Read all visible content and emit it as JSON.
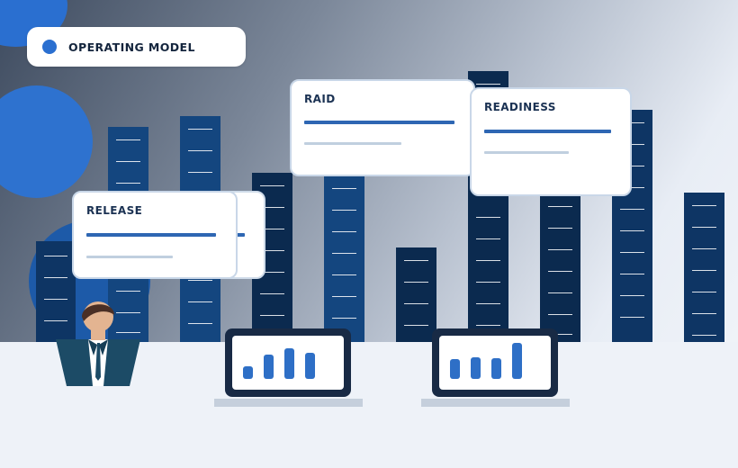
{
  "header": {
    "label": "OPERATING MODEL"
  },
  "cards": {
    "release": {
      "title": "RELEASE"
    },
    "raid": {
      "title": "RAID"
    },
    "readiness": {
      "title": "READINESS"
    }
  },
  "colors": {
    "accent": "#2a6fd0",
    "tower_mid": "#14467f",
    "tower_dark": "#0b2a4f",
    "floor": "#eef2f8"
  },
  "icons": {
    "status_dot": "status-dot-icon",
    "laptop_left": "laptop-icon",
    "laptop_right": "laptop-icon"
  },
  "laptop_charts": [
    {
      "bars": [
        0.35,
        0.68,
        0.85,
        0.72
      ]
    },
    {
      "bars": [
        0.55,
        0.6,
        0.58,
        1.0
      ]
    }
  ]
}
